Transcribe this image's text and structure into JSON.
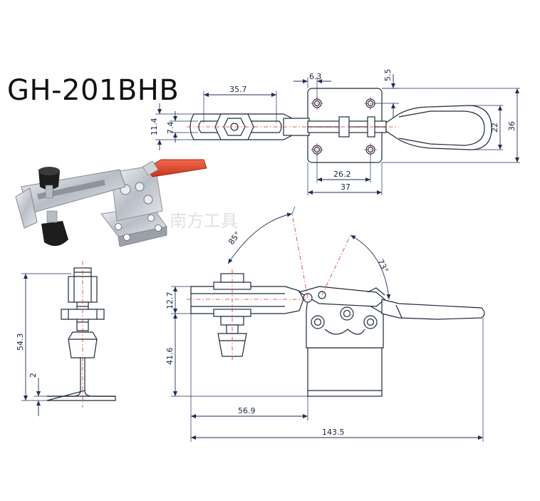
{
  "title": "GH-201BHB",
  "watermark": "南方工具",
  "dimensions": {
    "top_view": {
      "slot_width": "35.7",
      "hole_offset": "6.3",
      "top_edge": "5.5",
      "width_11_4": "11.4",
      "width_7_4": "7.4",
      "handle_22": "22",
      "height_36": "36",
      "hole_spacing": "26.2",
      "base_width": "37"
    },
    "side_view": {
      "height_54_3": "54.3",
      "thickness_2": "2"
    },
    "front_view": {
      "arm_height": "12.7",
      "base_height": "41.6",
      "reach": "56.9",
      "overall_length": "143.5",
      "angle_85": "85°",
      "angle_73": "73°"
    }
  },
  "colors": {
    "line": "#1e2a3a",
    "dimension": "#1f2f5a",
    "centerline": "#d23030",
    "handle_red": "#e8432a",
    "spindle_black": "#1a1a1a",
    "steel": "#c8ccd2"
  },
  "icons": {
    "product_photo": "toggle-clamp-photo-icon"
  }
}
